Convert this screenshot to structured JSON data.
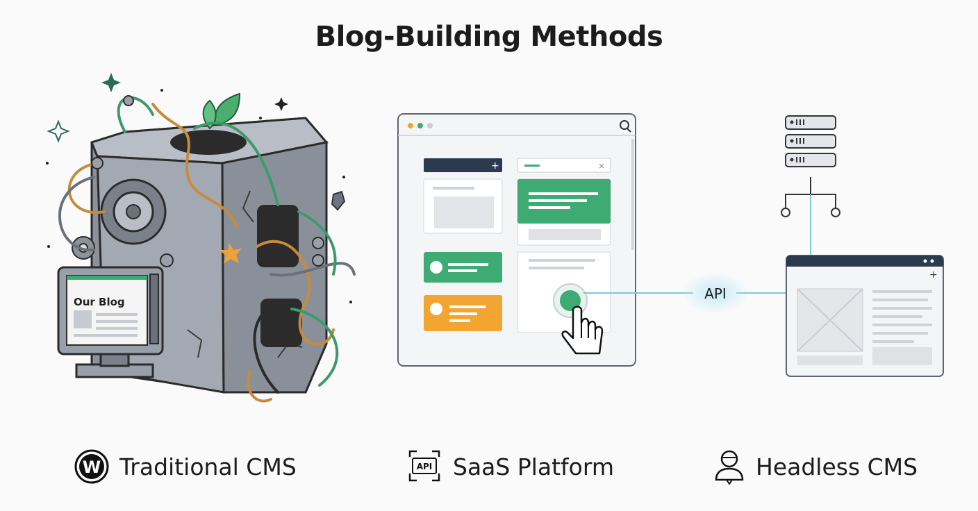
{
  "title": "Blog-Building Methods",
  "legacy": {
    "screen_text": "Our Blog"
  },
  "connector": {
    "label": "API"
  },
  "methods": [
    {
      "label": "Traditional CMS",
      "icon": "wordpress-icon"
    },
    {
      "label": "SaaS Platform",
      "icon": "api-icon"
    },
    {
      "label": "Headless CMS",
      "icon": "headless-person-icon"
    }
  ],
  "icon_badge_text": "API",
  "colors": {
    "green": "#3dab73",
    "orange": "#f2a531",
    "navy": "#2c3a4f",
    "stone": "#9aa0aa",
    "api_glow": "#8fd3ee"
  }
}
